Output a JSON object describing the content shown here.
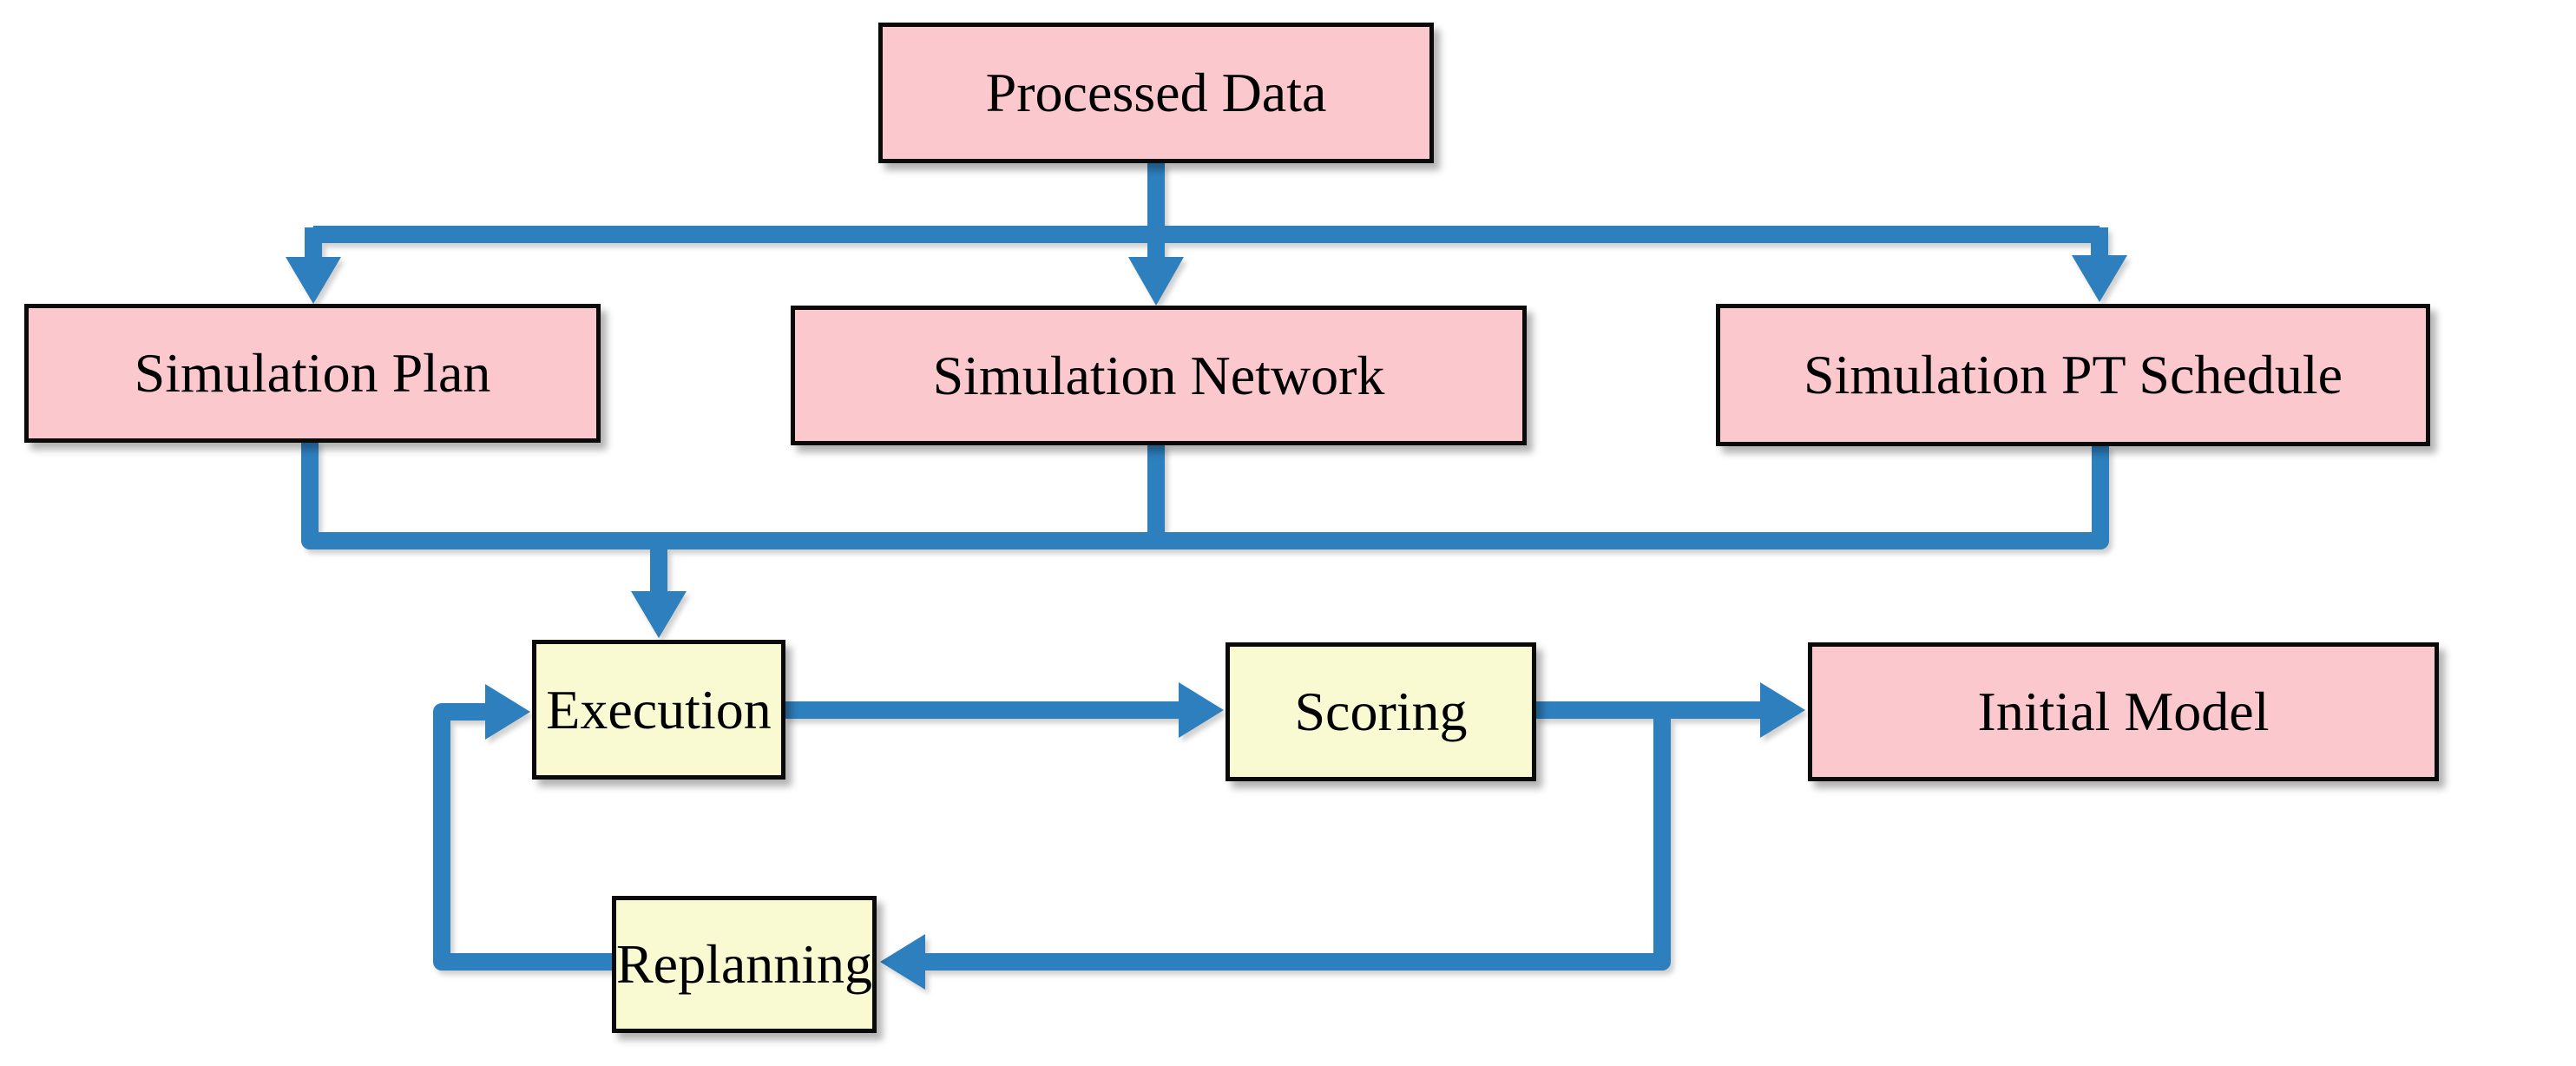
{
  "colors": {
    "node_pink": "#FBC9CD",
    "node_yellow": "#FAFAD2",
    "arrow_blue": "#2E7FBD",
    "node_border": "#0A0A0A",
    "text": "#000000",
    "background": "#FFFFFF"
  },
  "nodes": {
    "processed_data": {
      "label": "Processed Data",
      "fill": "pink"
    },
    "simulation_plan": {
      "label": "Simulation Plan",
      "fill": "pink"
    },
    "simulation_network": {
      "label": "Simulation Network",
      "fill": "pink"
    },
    "simulation_pt_schedule": {
      "label": "Simulation PT Schedule",
      "fill": "pink"
    },
    "execution": {
      "label": "Execution",
      "fill": "yellow"
    },
    "scoring": {
      "label": "Scoring",
      "fill": "yellow"
    },
    "initial_model": {
      "label": "Initial Model",
      "fill": "pink"
    },
    "replanning": {
      "label": "Replanning",
      "fill": "yellow"
    }
  },
  "edges": [
    {
      "from": "Processed Data",
      "to": "Simulation Plan"
    },
    {
      "from": "Processed Data",
      "to": "Simulation Network"
    },
    {
      "from": "Processed Data",
      "to": "Simulation PT Schedule"
    },
    {
      "from": "Simulation Plan",
      "to": "Execution"
    },
    {
      "from": "Simulation Network",
      "to": "Execution"
    },
    {
      "from": "Simulation PT Schedule",
      "to": "Execution"
    },
    {
      "from": "Execution",
      "to": "Scoring"
    },
    {
      "from": "Scoring",
      "to": "Initial Model"
    },
    {
      "from": "Scoring",
      "to": "Replanning"
    },
    {
      "from": "Replanning",
      "to": "Execution"
    }
  ]
}
